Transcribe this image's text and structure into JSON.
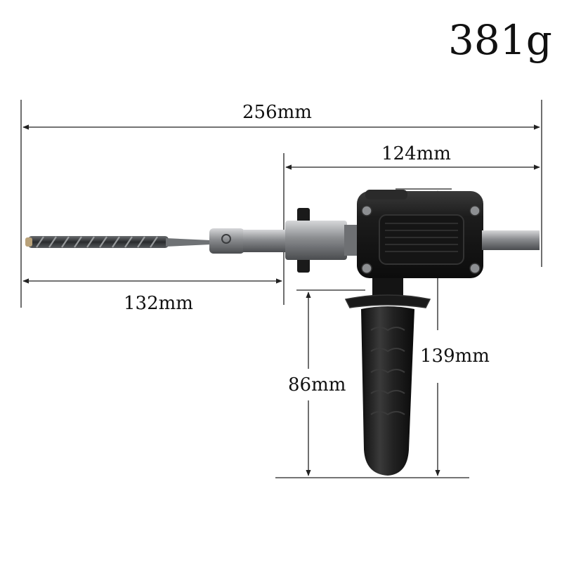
{
  "weight": "381g",
  "dimensions": {
    "overall_length": "256mm",
    "rear_length": "124mm",
    "bit_length": "132mm",
    "handle_height": "86mm",
    "total_height": "139mm"
  },
  "colors": {
    "background": "#ffffff",
    "line": "#222222",
    "body": "#1a1a1a",
    "metal": "#7d7f82"
  }
}
